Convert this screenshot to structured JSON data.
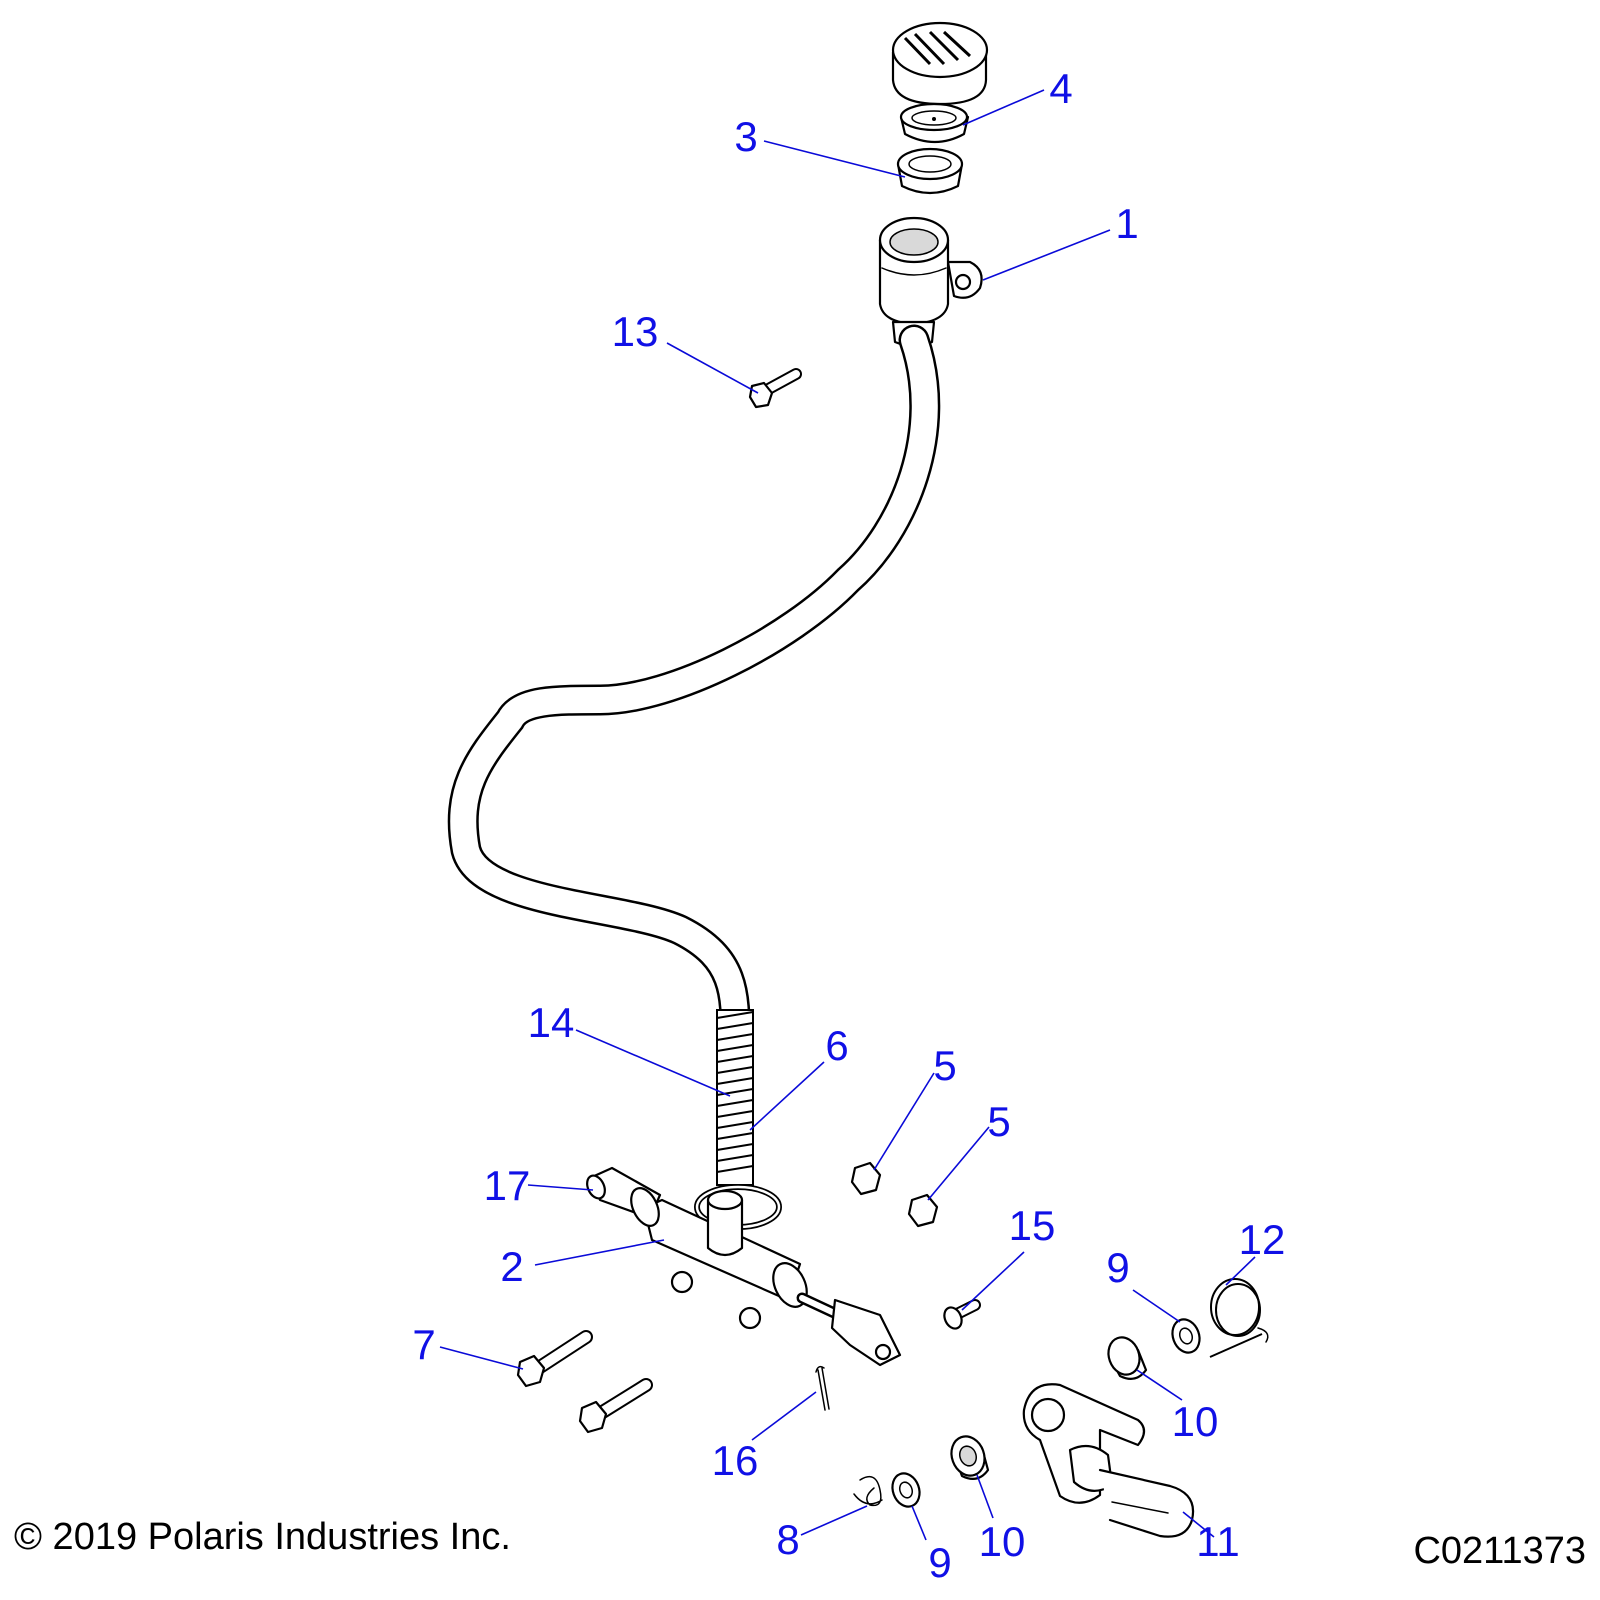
{
  "diagram": {
    "callouts": [
      {
        "id": "c1",
        "text": "1"
      },
      {
        "id": "c2",
        "text": "2"
      },
      {
        "id": "c3",
        "text": "3"
      },
      {
        "id": "c4",
        "text": "4"
      },
      {
        "id": "c5a",
        "text": "5"
      },
      {
        "id": "c5b",
        "text": "5"
      },
      {
        "id": "c6",
        "text": "6"
      },
      {
        "id": "c7",
        "text": "7"
      },
      {
        "id": "c8",
        "text": "8"
      },
      {
        "id": "c9a",
        "text": "9"
      },
      {
        "id": "c9b",
        "text": "9"
      },
      {
        "id": "c10a",
        "text": "10"
      },
      {
        "id": "c10b",
        "text": "10"
      },
      {
        "id": "c11",
        "text": "11"
      },
      {
        "id": "c12",
        "text": "12"
      },
      {
        "id": "c13",
        "text": "13"
      },
      {
        "id": "c14",
        "text": "14"
      },
      {
        "id": "c15",
        "text": "15"
      },
      {
        "id": "c16",
        "text": "16"
      },
      {
        "id": "c17",
        "text": "17"
      }
    ],
    "colors": {
      "callout": "#1010e6",
      "leader": "#0a0ad8",
      "line_art": "#000000"
    }
  },
  "footer": {
    "copyright": "© 2019 Polaris Industries Inc.",
    "figure_id": "C0211373"
  }
}
